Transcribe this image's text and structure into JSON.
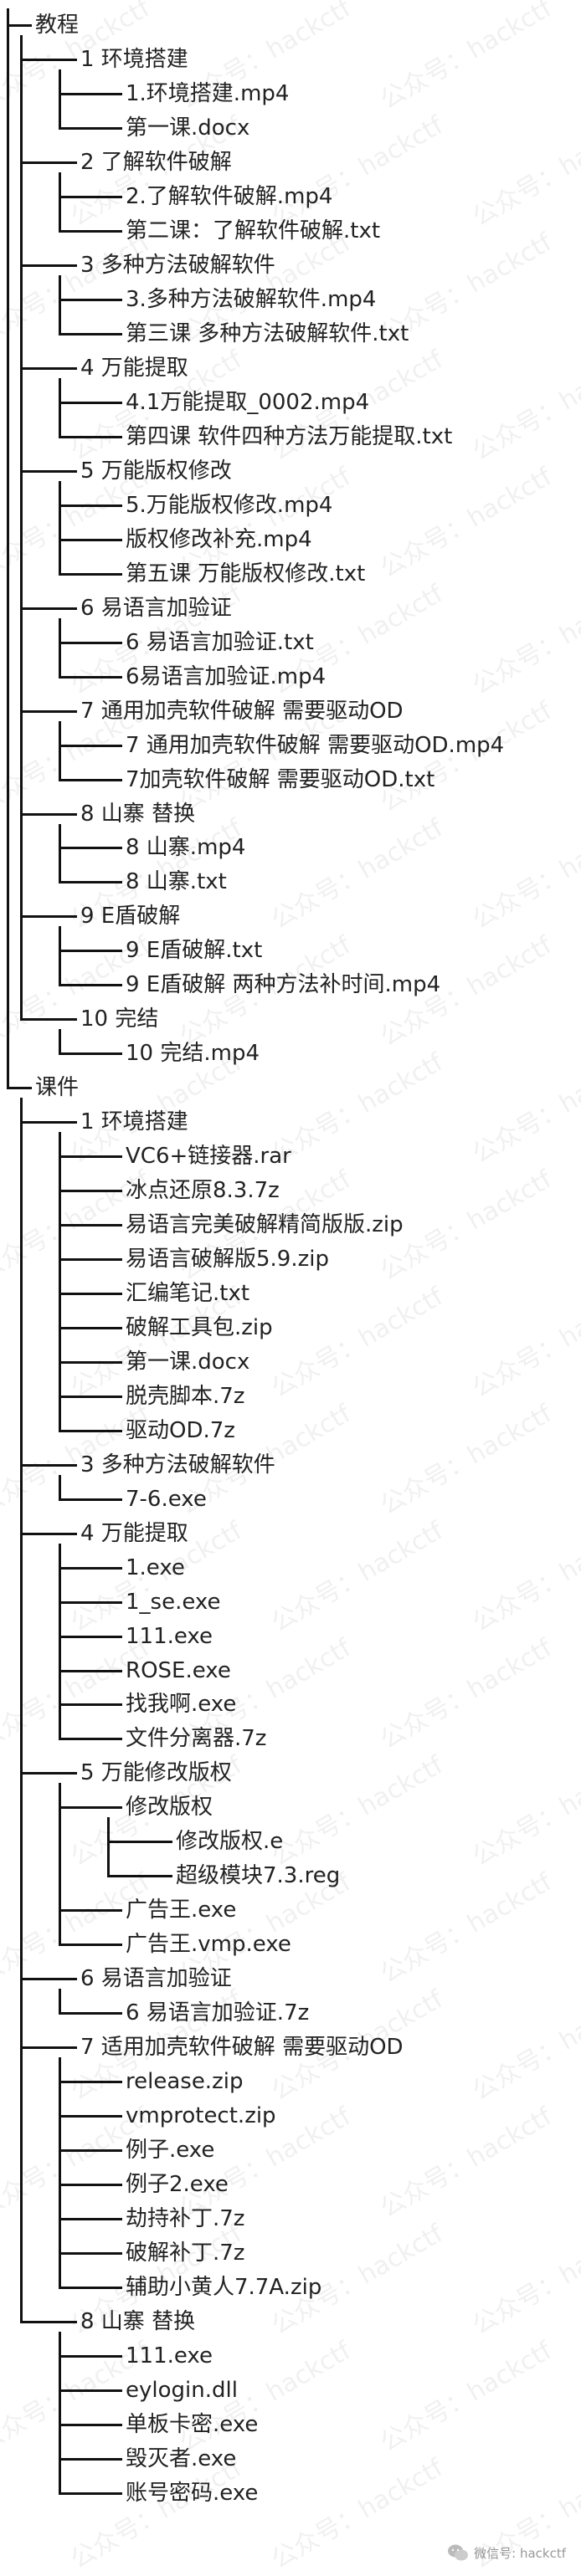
{
  "tree": [
    {
      "depth": 0,
      "label": "教程"
    },
    {
      "depth": 1,
      "label": "1 环境搭建"
    },
    {
      "depth": 2,
      "label": "1.环境搭建.mp4"
    },
    {
      "depth": 2,
      "label": "第一课.docx"
    },
    {
      "depth": 1,
      "label": "2 了解软件破解"
    },
    {
      "depth": 2,
      "label": "2.了解软件破解.mp4"
    },
    {
      "depth": 2,
      "label": "第二课：了解软件破解.txt"
    },
    {
      "depth": 1,
      "label": "3 多种方法破解软件"
    },
    {
      "depth": 2,
      "label": "3.多种方法破解软件.mp4"
    },
    {
      "depth": 2,
      "label": "第三课 多种方法破解软件.txt"
    },
    {
      "depth": 1,
      "label": "4 万能提取"
    },
    {
      "depth": 2,
      "label": "4.1万能提取_0002.mp4"
    },
    {
      "depth": 2,
      "label": "第四课 软件四种方法万能提取.txt"
    },
    {
      "depth": 1,
      "label": "5 万能版权修改"
    },
    {
      "depth": 2,
      "label": "5.万能版权修改.mp4"
    },
    {
      "depth": 2,
      "label": "版权修改补充.mp4"
    },
    {
      "depth": 2,
      "label": "第五课 万能版权修改.txt"
    },
    {
      "depth": 1,
      "label": "6 易语言加验证"
    },
    {
      "depth": 2,
      "label": "6 易语言加验证.txt"
    },
    {
      "depth": 2,
      "label": "6易语言加验证.mp4"
    },
    {
      "depth": 1,
      "label": "7 通用加壳软件破解 需要驱动OD"
    },
    {
      "depth": 2,
      "label": "7 通用加壳软件破解 需要驱动OD.mp4"
    },
    {
      "depth": 2,
      "label": "7加壳软件破解 需要驱动OD.txt"
    },
    {
      "depth": 1,
      "label": "8 山寨 替换"
    },
    {
      "depth": 2,
      "label": "8 山寨.mp4"
    },
    {
      "depth": 2,
      "label": "8 山寨.txt"
    },
    {
      "depth": 1,
      "label": "9 E盾破解"
    },
    {
      "depth": 2,
      "label": "9 E盾破解.txt"
    },
    {
      "depth": 2,
      "label": "9 E盾破解 两种方法补时间.mp4"
    },
    {
      "depth": 1,
      "label": "10 完结"
    },
    {
      "depth": 2,
      "label": "10 完结.mp4"
    },
    {
      "depth": 0,
      "label": "课件"
    },
    {
      "depth": 1,
      "label": "1 环境搭建"
    },
    {
      "depth": 2,
      "label": "VC6+链接器.rar"
    },
    {
      "depth": 2,
      "label": "冰点还原8.3.7z"
    },
    {
      "depth": 2,
      "label": "易语言完美破解精简版版.zip"
    },
    {
      "depth": 2,
      "label": "易语言破解版5.9.zip"
    },
    {
      "depth": 2,
      "label": "汇编笔记.txt"
    },
    {
      "depth": 2,
      "label": "破解工具包.zip"
    },
    {
      "depth": 2,
      "label": "第一课.docx"
    },
    {
      "depth": 2,
      "label": "脱壳脚本.7z"
    },
    {
      "depth": 2,
      "label": "驱动OD.7z"
    },
    {
      "depth": 1,
      "label": "3 多种方法破解软件"
    },
    {
      "depth": 2,
      "label": "7-6.exe"
    },
    {
      "depth": 1,
      "label": "4 万能提取"
    },
    {
      "depth": 2,
      "label": "1.exe"
    },
    {
      "depth": 2,
      "label": "1_se.exe"
    },
    {
      "depth": 2,
      "label": "111.exe"
    },
    {
      "depth": 2,
      "label": "ROSE.exe"
    },
    {
      "depth": 2,
      "label": "找我啊.exe"
    },
    {
      "depth": 2,
      "label": "文件分离器.7z"
    },
    {
      "depth": 1,
      "label": "5 万能修改版权"
    },
    {
      "depth": 2,
      "label": "修改版权"
    },
    {
      "depth": 3,
      "label": "修改版权.e"
    },
    {
      "depth": 3,
      "label": "超级模块7.3.reg"
    },
    {
      "depth": 2,
      "label": "广告王.exe"
    },
    {
      "depth": 2,
      "label": "广告王.vmp.exe"
    },
    {
      "depth": 1,
      "label": "6 易语言加验证"
    },
    {
      "depth": 2,
      "label": "6 易语言加验证.7z"
    },
    {
      "depth": 1,
      "label": "7 适用加壳软件破解 需要驱动OD"
    },
    {
      "depth": 2,
      "label": "release.zip"
    },
    {
      "depth": 2,
      "label": "vmprotect.zip"
    },
    {
      "depth": 2,
      "label": "例子.exe"
    },
    {
      "depth": 2,
      "label": "例子2.exe"
    },
    {
      "depth": 2,
      "label": "劫持补丁.7z"
    },
    {
      "depth": 2,
      "label": "破解补丁.7z"
    },
    {
      "depth": 2,
      "label": "辅助小黄人7.7A.zip"
    },
    {
      "depth": 1,
      "label": "8 山寨 替换"
    },
    {
      "depth": 2,
      "label": "111.exe"
    },
    {
      "depth": 2,
      "label": "eylogin.dll"
    },
    {
      "depth": 2,
      "label": "单板卡密.exe"
    },
    {
      "depth": 2,
      "label": "毁灭者.exe"
    },
    {
      "depth": 2,
      "label": "账号密码.exe"
    }
  ],
  "watermark_text": "公众号：hackctf",
  "footer": {
    "label": "微信号: hackctf",
    "icon": "wechat-icon"
  }
}
